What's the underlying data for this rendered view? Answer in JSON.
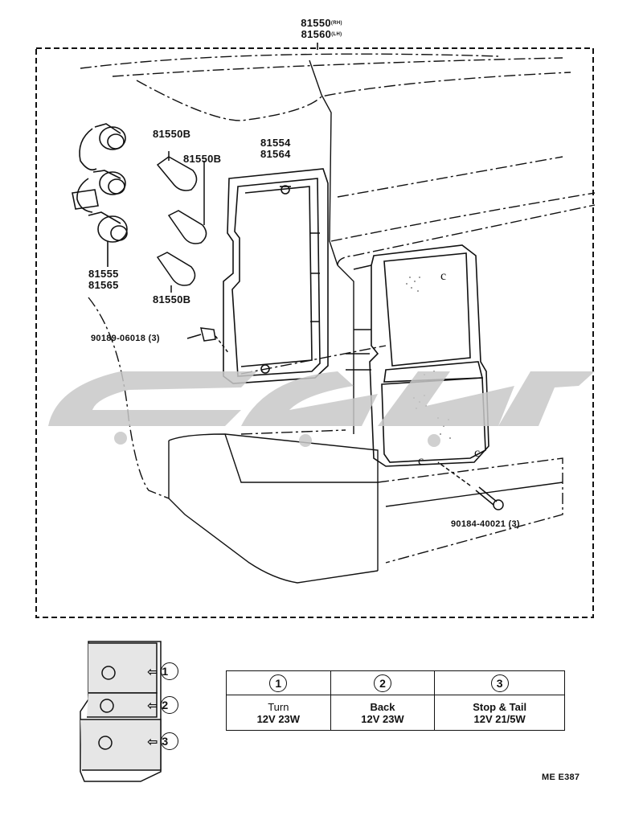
{
  "parts": {
    "lamp_assy_rh": "81550",
    "lamp_assy_rh_tag": "(RH)",
    "lamp_assy_lh": "81560",
    "lamp_assy_lh_tag": "(LH)",
    "bulb_top": "81550B",
    "bulb_middle": "81550B",
    "bulb_bottom": "81550B",
    "gasket_a": "81554",
    "gasket_b": "81564",
    "socket_a": "81555",
    "socket_b": "81565",
    "clip_part": "90189-06018 (3)",
    "screw_part": "90184-40021 (3)"
  },
  "watermark_color": "#c8c8c8",
  "key": {
    "items": [
      {
        "num": "1"
      },
      {
        "num": "2"
      },
      {
        "num": "3"
      }
    ]
  },
  "bulb_table": {
    "headers": [
      "1",
      "2",
      "3"
    ],
    "rows": [
      {
        "name": "Turn",
        "spec": "12V 23W"
      },
      {
        "name": "Back",
        "spec": "12V 23W"
      },
      {
        "name": "Stop & Tail",
        "spec": "12V 21/5W"
      }
    ]
  },
  "figure_code": "ME E387"
}
